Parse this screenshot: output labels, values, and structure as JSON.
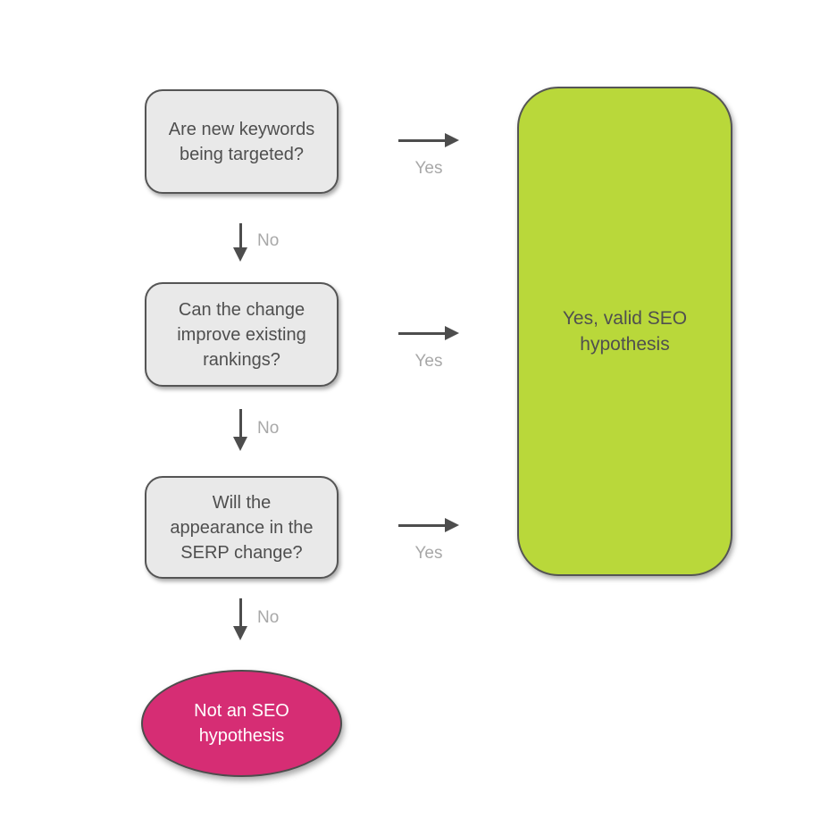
{
  "colors": {
    "question_fill": "#e9e9e9",
    "valid_fill": "#b9d83a",
    "invalid_fill": "#d62d74",
    "arrow": "#4d4d4d",
    "edge_label": "#a8a8a8",
    "text": "#4f4f4f"
  },
  "nodes": {
    "q1": {
      "text": "Are new keywords\nbeing targeted?"
    },
    "q2": {
      "text": "Can the change\nimprove existing\nrankings?"
    },
    "q3": {
      "text": "Will the\nappearance in the\nSERP change?"
    },
    "valid": {
      "text": "Yes, valid SEO\nhypothesis"
    },
    "invalid": {
      "text": "Not an SEO\nhypothesis"
    }
  },
  "edges": {
    "yes1": {
      "label": "Yes"
    },
    "yes2": {
      "label": "Yes"
    },
    "yes3": {
      "label": "Yes"
    },
    "no1": {
      "label": "No"
    },
    "no2": {
      "label": "No"
    },
    "no3": {
      "label": "No"
    }
  }
}
